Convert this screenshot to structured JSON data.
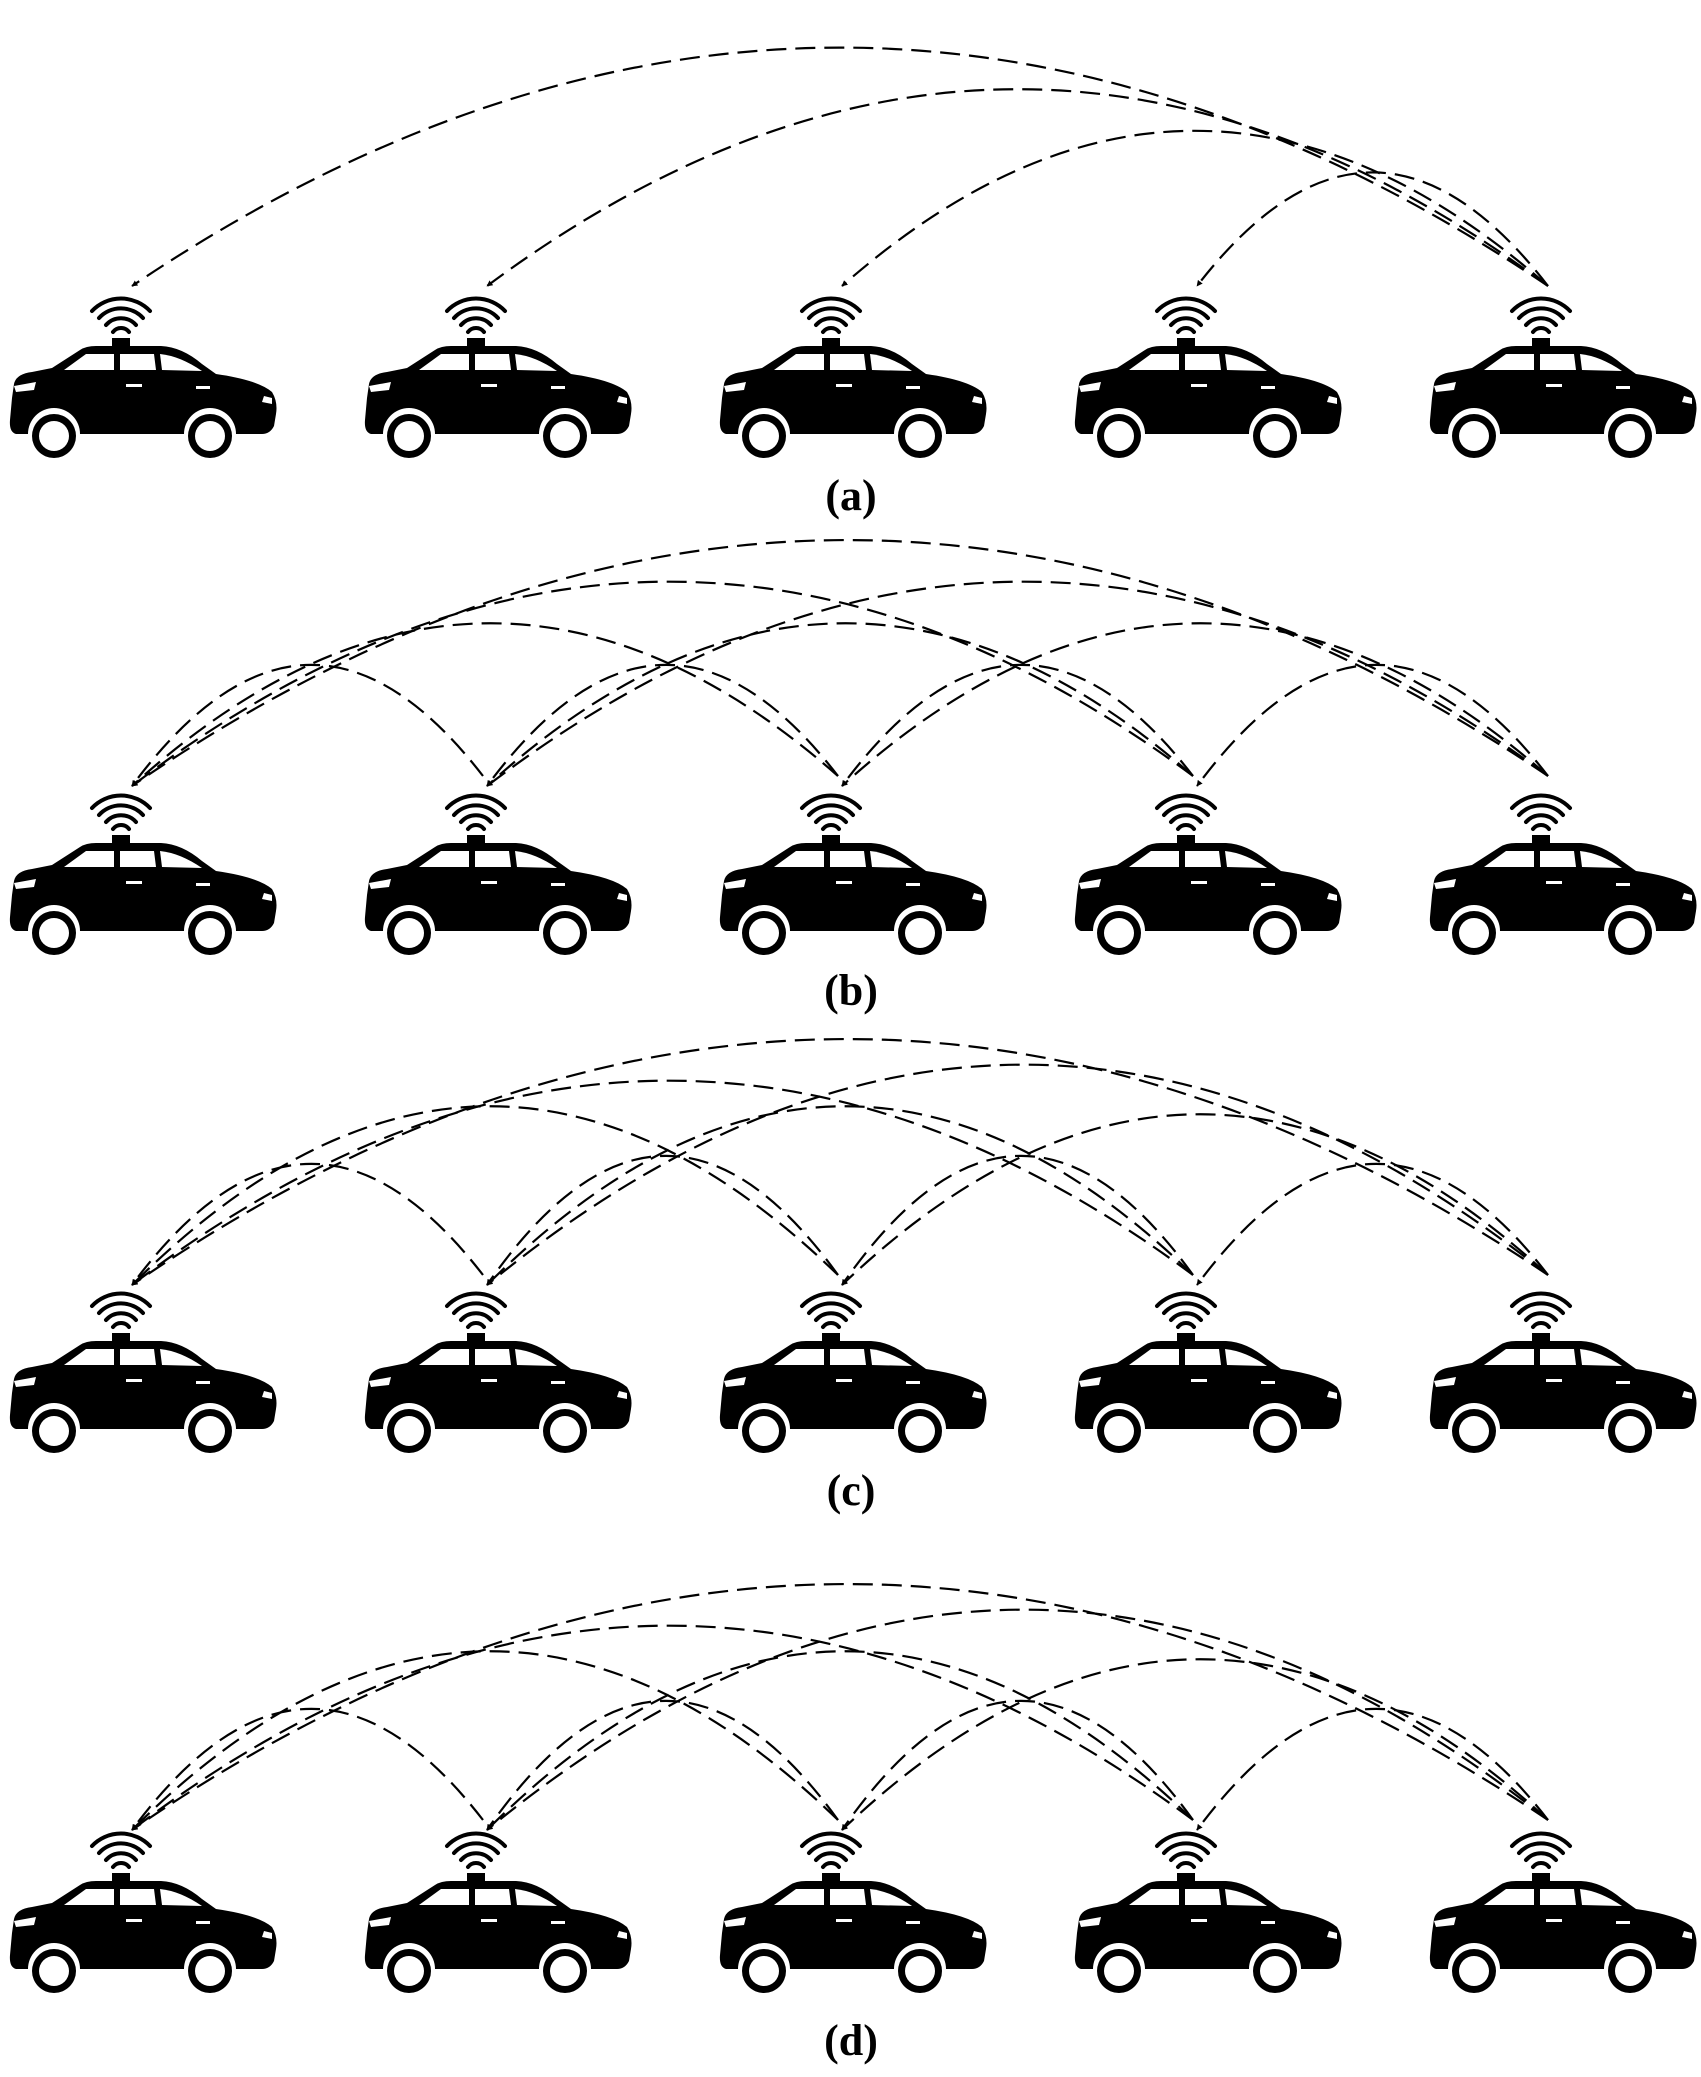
{
  "colors": {
    "ink": "#000000",
    "background": "#ffffff"
  },
  "cars_per_row": 5,
  "icons": {
    "vehicle": "connected-car-icon",
    "signal": "wifi-signal-icon"
  },
  "panels": [
    {
      "label": "(a)",
      "links": [
        [
          5,
          4
        ],
        [
          5,
          3
        ],
        [
          5,
          2
        ],
        [
          5,
          1
        ]
      ]
    },
    {
      "label": "(b)",
      "links": [
        [
          5,
          4
        ],
        [
          5,
          3
        ],
        [
          5,
          2
        ],
        [
          5,
          1
        ],
        [
          4,
          3
        ],
        [
          4,
          2
        ],
        [
          4,
          1
        ],
        [
          3,
          2
        ],
        [
          3,
          1
        ],
        [
          2,
          1
        ]
      ]
    },
    {
      "label": "(c)",
      "links": [
        [
          5,
          4
        ],
        [
          5,
          3
        ],
        [
          5,
          2
        ],
        [
          5,
          1
        ],
        [
          4,
          3
        ],
        [
          4,
          2
        ],
        [
          4,
          1
        ],
        [
          3,
          2
        ],
        [
          3,
          1
        ],
        [
          2,
          1
        ]
      ]
    },
    {
      "label": "(d)",
      "links": [
        [
          5,
          4
        ],
        [
          5,
          3
        ],
        [
          5,
          2
        ],
        [
          5,
          1
        ],
        [
          4,
          3
        ],
        [
          4,
          2
        ],
        [
          4,
          1
        ],
        [
          3,
          2
        ],
        [
          3,
          1
        ],
        [
          2,
          1
        ]
      ]
    }
  ]
}
